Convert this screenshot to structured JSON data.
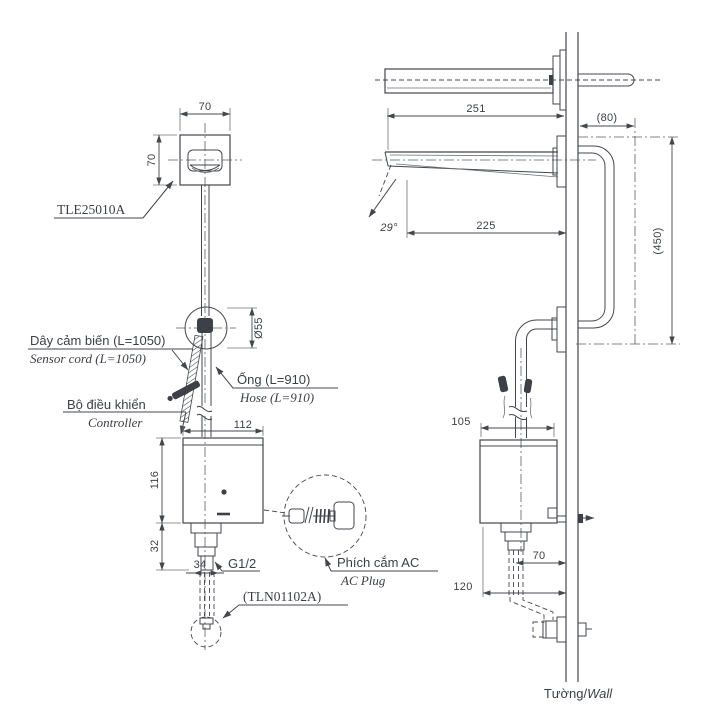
{
  "front_view": {
    "product_code": "TLE25010A",
    "labels": {
      "sensor_cord_vi": "Dây cảm biến (L=1050)",
      "sensor_cord_en": "Sensor cord (L=1050)",
      "hose_vi": "Ống (L=910)",
      "hose_en": "Hose (L=910)",
      "controller_vi": "Bộ điều khiển",
      "controller_en": "Controller",
      "thread": "G1/2",
      "drain_code": "(TLN01102A)",
      "ac_plug_vi": "Phích cắm AC",
      "ac_plug_en": "AC Plug"
    },
    "dims": {
      "plate_width": "70",
      "plate_height": "70",
      "escutcheon_diameter": "Ø55",
      "controller_width": "112",
      "controller_height": "116",
      "outlet_height": "32",
      "outlet_width": "34"
    }
  },
  "side_view": {
    "dims": {
      "spout_length": "251",
      "behind_wall": "(80)",
      "spout_reach": "225",
      "spray_angle": "29°",
      "height_ref": "(450)",
      "controller_depth": "105",
      "supply_offset": "70",
      "supply_drop": "120"
    },
    "wall_label_vi": "Tường/",
    "wall_label_en": "Wall"
  }
}
